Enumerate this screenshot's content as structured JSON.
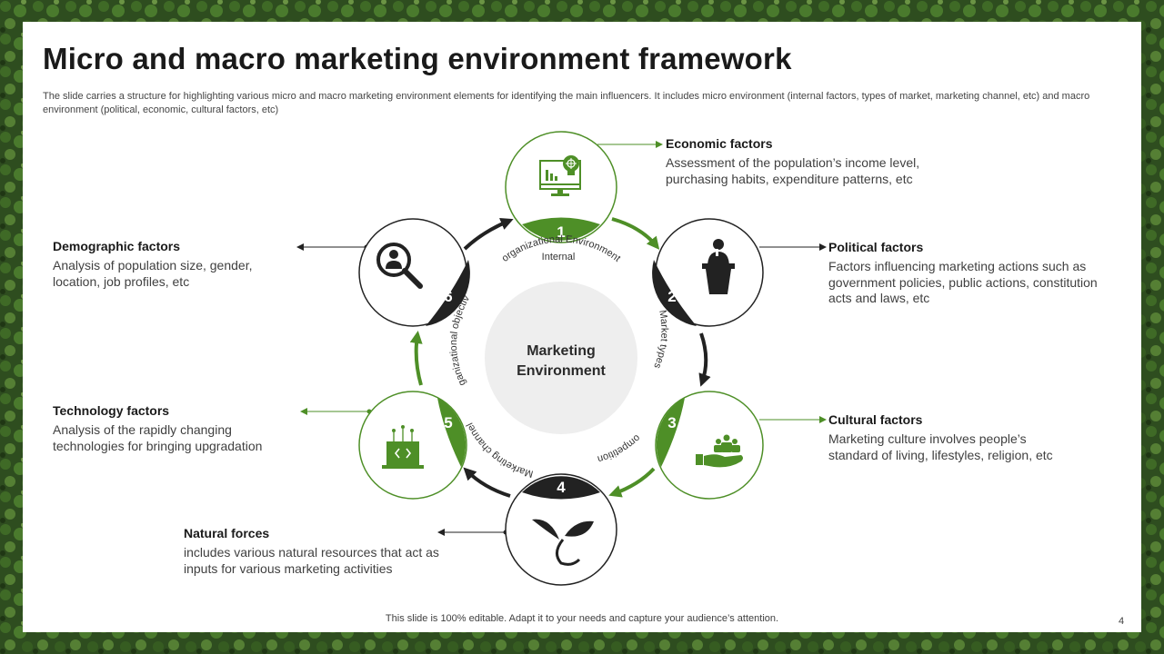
{
  "title": "Micro and macro marketing environment framework",
  "subtitle": "The slide carries a structure for highlighting various micro and macro marketing environment elements for identifying the main influencers. It includes micro environment (internal factors, types of market, marketing channel, etc) and macro environment (political, economic, cultural factors, etc)",
  "center": {
    "line1": "Marketing",
    "line2": "Environment"
  },
  "inner_labels": {
    "internal_line1": "Internal",
    "internal_line2": "organizational Environment",
    "market_types": "Market types",
    "competition": "competition",
    "marketing_channel": "Marketing channel",
    "organizational_objectives": "Organizational objectives"
  },
  "steps": [
    {
      "number": "1",
      "icon": "presentation-lightbulb-icon"
    },
    {
      "number": "2",
      "icon": "speaker-podium-icon"
    },
    {
      "number": "3",
      "icon": "hand-people-icon"
    },
    {
      "number": "4",
      "icon": "sprout-icon"
    },
    {
      "number": "5",
      "icon": "laptop-circuit-icon"
    },
    {
      "number": "6",
      "icon": "magnifier-person-icon"
    }
  ],
  "factors": {
    "economic": {
      "heading": "Economic factors",
      "desc_line1": "Assessment of the population’s  income level,",
      "desc_line2": "purchasing habits, expenditure patterns, etc"
    },
    "political": {
      "heading": "Political factors",
      "desc_line1": "Factors influencing marketing actions such as",
      "desc_line2": "government policies, public actions, constitution",
      "desc_line3": "acts and laws, etc"
    },
    "cultural": {
      "heading": "Cultural factors",
      "desc_line1": "Marketing culture involves people’s",
      "desc_line2": "standard of living,  lifestyles, religion,  etc"
    },
    "natural": {
      "heading": "Natural forces",
      "desc_line1": "includes various natural resources that act as",
      "desc_line2": "inputs for various marketing activities"
    },
    "technology": {
      "heading": "Technology factors",
      "desc_line1": "Analysis of the rapidly changing",
      "desc_line2": "technologies for bringing upgradation"
    },
    "demographic": {
      "heading": "Demographic factors",
      "desc_line1": "Analysis of population size, gender,",
      "desc_line2": "location, job profiles, etc"
    }
  },
  "footer": "This slide is 100% editable. Adapt it to your needs and capture your audience’s attention.",
  "page_number": "4",
  "colors": {
    "green": "#4e8f27",
    "dark": "#222222",
    "center_fill": "#eeeeee"
  }
}
